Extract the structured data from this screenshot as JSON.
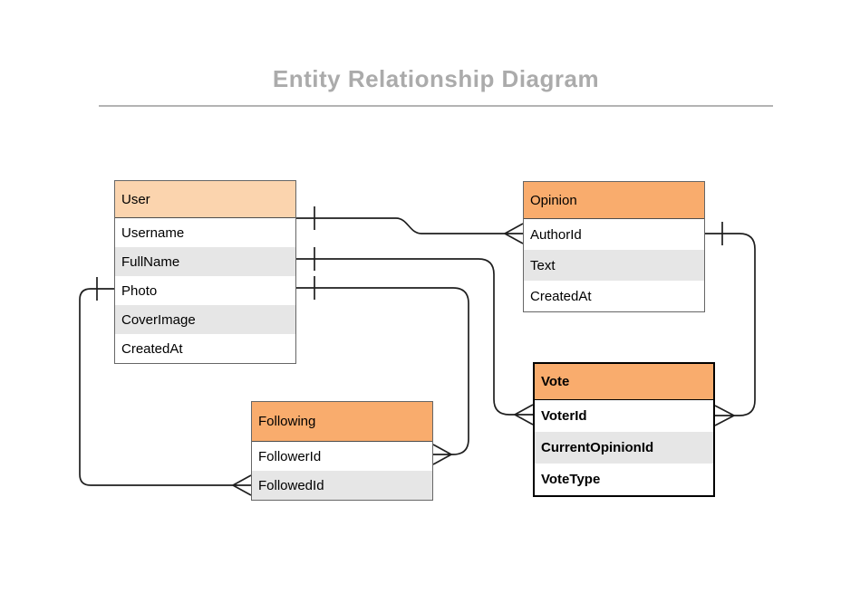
{
  "title": "Entity Relationship Diagram",
  "colors": {
    "title_text": "#ABABAB",
    "divider": "#B3B3B3",
    "user_header": "#FBD4AE",
    "entity_header": "#F9AC6D",
    "row_bg": "#FFFFFF",
    "row_alt": "#E6E6E6",
    "table_border": "#666666",
    "highlight_border": "#000000",
    "connector": "#1F1F1F",
    "text": "#000000"
  },
  "entities": {
    "user": {
      "title": "User",
      "rows": [
        "Username",
        "FullName",
        "Photo",
        "CoverImage",
        "CreatedAt"
      ]
    },
    "opinion": {
      "title": "Opinion",
      "rows": [
        "AuthorId",
        "Text",
        "CreatedAt"
      ]
    },
    "vote": {
      "title": "Vote",
      "rows": [
        "VoterId",
        "CurrentOpinionId",
        "VoteType"
      ],
      "emphasis": "bold"
    },
    "following": {
      "title": "Following",
      "rows": [
        "FollowerId",
        "FollowedId"
      ]
    }
  },
  "relationships": [
    {
      "from": "User",
      "from_cardinality": "one",
      "to": "Opinion",
      "to_field": "AuthorId",
      "to_cardinality": "many"
    },
    {
      "from": "User",
      "from_cardinality": "one",
      "to": "Vote",
      "to_field": "VoterId",
      "to_cardinality": "many"
    },
    {
      "from": "User",
      "from_cardinality": "one",
      "to": "Following",
      "to_field": "FollowerId",
      "to_cardinality": "many"
    },
    {
      "from": "User",
      "from_cardinality": "one",
      "to": "Following",
      "to_field": "FollowedId",
      "to_cardinality": "many"
    },
    {
      "from": "Opinion",
      "from_cardinality": "one",
      "to": "Vote",
      "to_cardinality": "many"
    }
  ]
}
